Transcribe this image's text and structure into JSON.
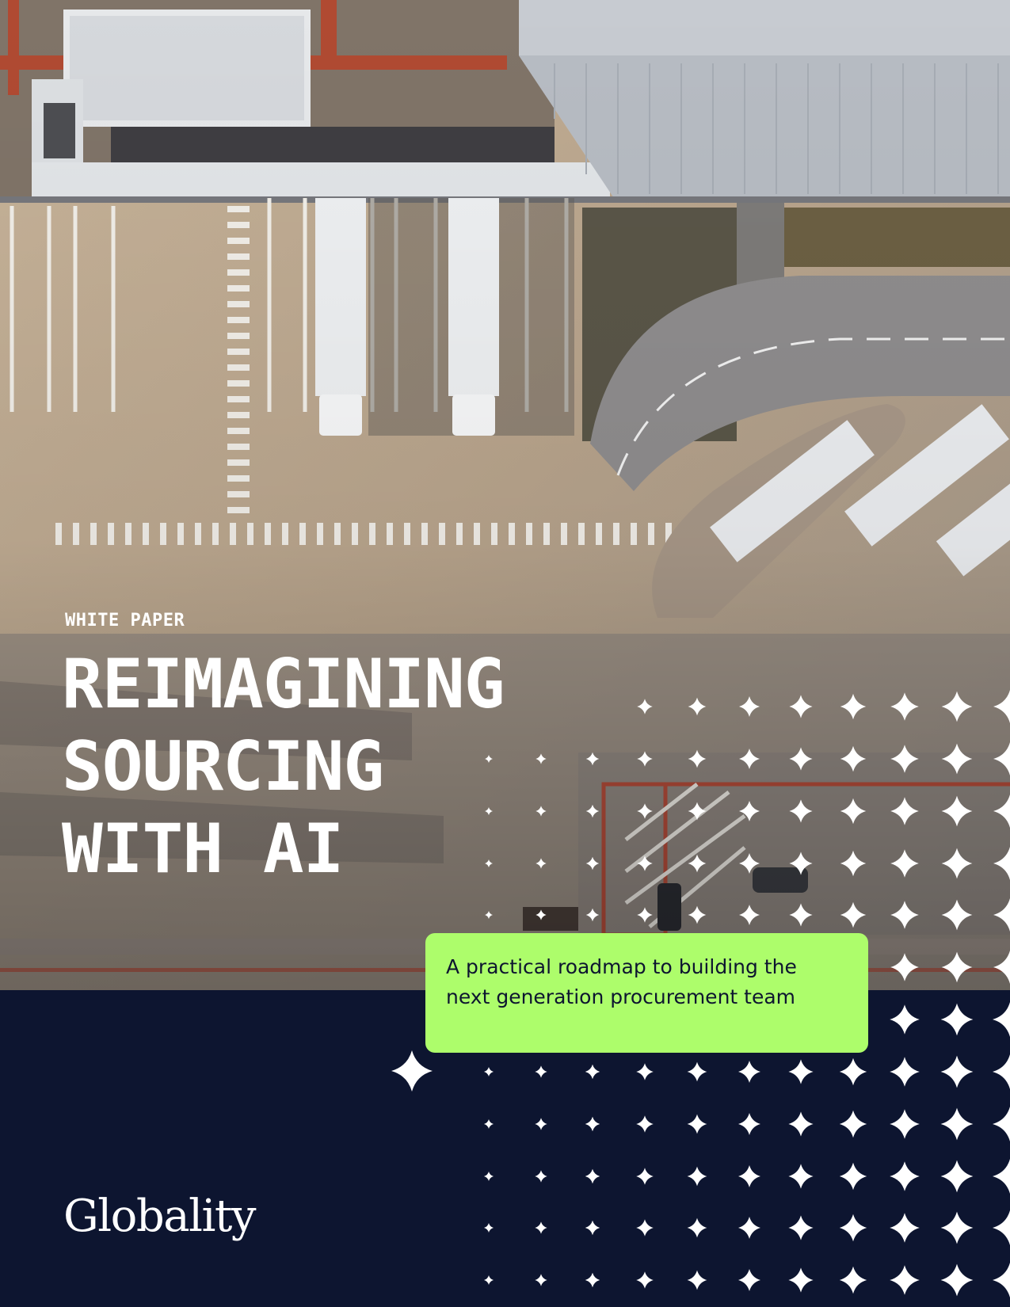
{
  "cover": {
    "eyebrow": "WHITE PAPER",
    "title_lines": [
      "REIMAGINING",
      "SOURCING",
      "WITH AI"
    ],
    "subtitle": "A practical roadmap to building the next generation procurement team",
    "brand": "Globality"
  },
  "colors": {
    "navy": "#0d1530",
    "accent_green": "#adfd6b",
    "text_white": "#ffffff"
  },
  "icons": {
    "sparkle": "four-point-star-icon"
  }
}
